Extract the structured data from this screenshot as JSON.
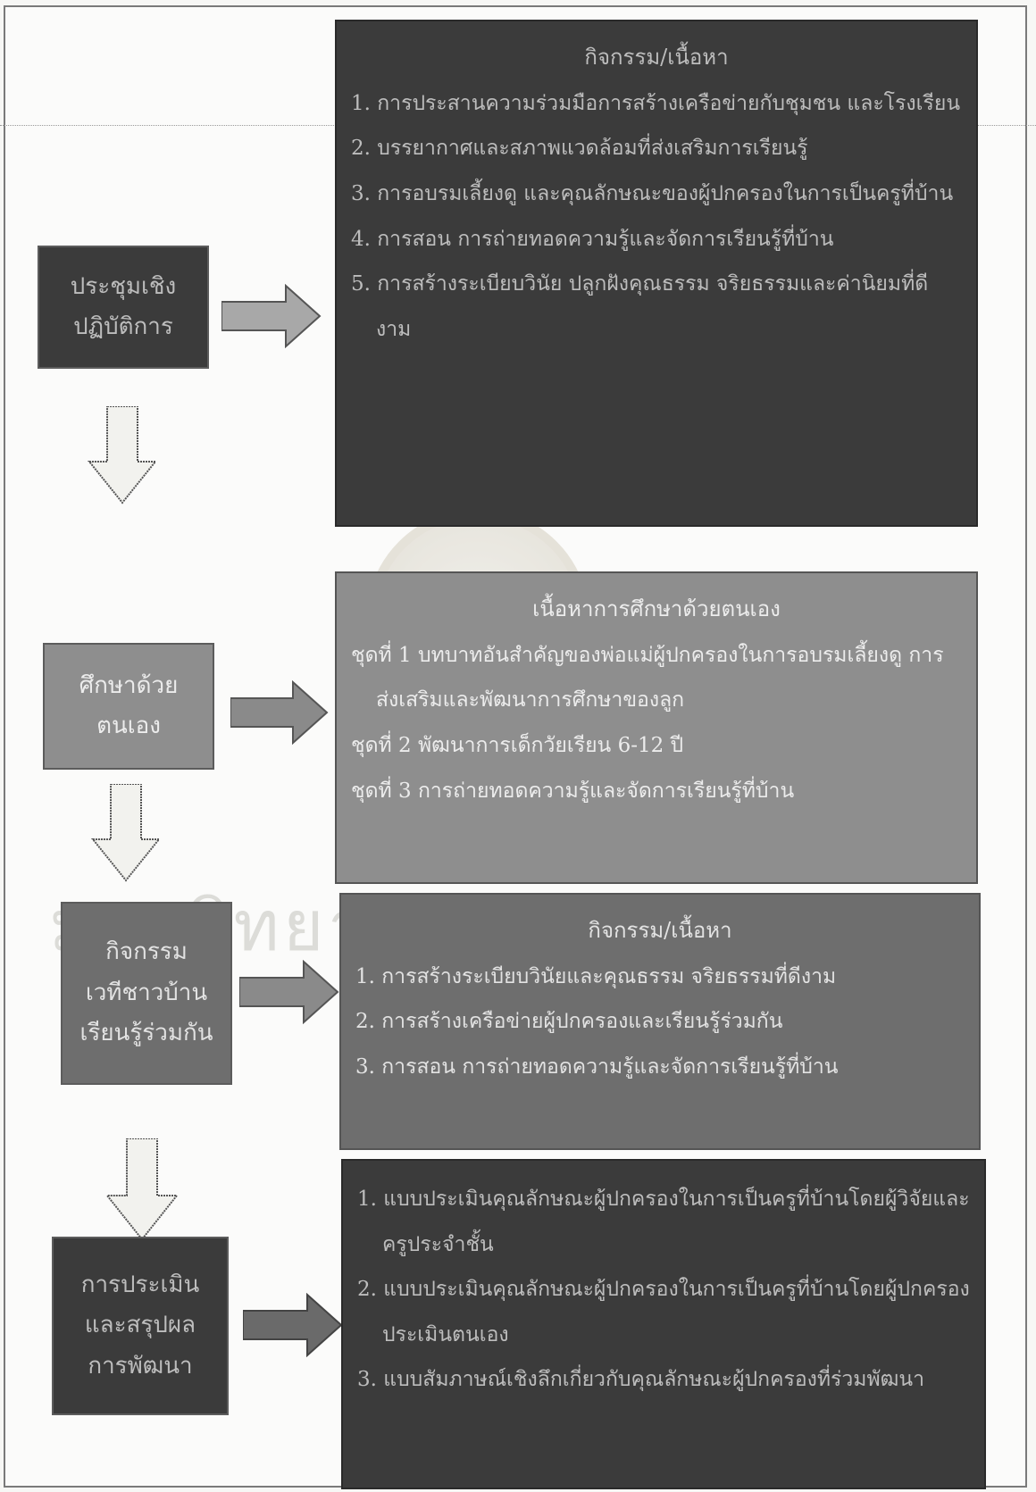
{
  "stages": [
    {
      "label_lines": [
        "ประชุมเชิง",
        "ปฏิบัติการ"
      ]
    },
    {
      "label_lines": [
        "ศึกษาด้วย",
        "ตนเอง"
      ]
    },
    {
      "label_lines": [
        "กิจกรรม",
        "เวทีชาวบ้าน",
        "เรียนรู้ร่วมกัน"
      ]
    },
    {
      "label_lines": [
        "การประเมิน",
        "และสรุปผล",
        "การพัฒนา"
      ]
    }
  ],
  "content_boxes": [
    {
      "title": "กิจกรรม/เนื้อหา",
      "items": [
        "1. การประสานความร่วมมือการสร้างเครือข่ายกับชุมชน และโรงเรียน",
        "2. บรรยากาศและสภาพแวดล้อมที่ส่งเสริมการเรียนรู้",
        "3. การอบรมเลี้ยงดู และคุณลักษณะของผู้ปกครองในการเป็นครูที่บ้าน",
        "4. การสอน การถ่ายทอดความรู้และจัดการเรียนรู้ที่บ้าน",
        "5. การสร้างระเบียบวินัย ปลูกฝังคุณธรรม จริยธรรมและค่านิยมที่ดีงาม"
      ]
    },
    {
      "title": "เนื้อหาการศึกษาด้วยตนเอง",
      "items": [
        "ชุดที่ 1 บทบาทอันสำคัญของพ่อแม่ผู้ปกครองในการอบรมเลี้ยงดู การส่งเสริมและพัฒนาการศึกษาของลูก",
        "ชุดที่ 2 พัฒนาการเด็กวัยเรียน 6-12 ปี",
        "ชุดที่ 3 การถ่ายทอดความรู้และจัดการเรียนรู้ที่บ้าน"
      ]
    },
    {
      "title": "กิจกรรม/เนื้อหา",
      "items": [
        "1. การสร้างระเบียบวินัยและคุณธรรม จริยธรรมที่ดีงาม",
        "2. การสร้างเครือข่ายผู้ปกครองและเรียนรู้ร่วมกัน",
        "3. การสอน การถ่ายทอดความรู้และจัดการเรียนรู้ที่บ้าน"
      ]
    },
    {
      "title": "",
      "items": [
        "1. แบบประเมินคุณลักษณะผู้ปกครองในการเป็นครูที่บ้านโดยผู้วิจัยและครูประจำชั้น",
        "2. แบบประเมินคุณลักษณะผู้ปกครองในการเป็นครูที่บ้านโดยผู้ปกครองประเมินตนเอง",
        "3. แบบสัมภาษณ์เชิงลึกเกี่ยวกับคุณลักษณะผู้ปกครองที่ร่วมพัฒนา"
      ]
    }
  ],
  "watermark": {
    "text": "มหาวิทยาลัยราชภัฏ"
  },
  "colors": {
    "dark_box": "#3b3b3b",
    "mid_box": "#8e8e8e",
    "medium_dark_box": "#6e6e6e",
    "arrow_fill": "#8a8a8a",
    "down_arrow_fill": "#f2f2ee"
  }
}
